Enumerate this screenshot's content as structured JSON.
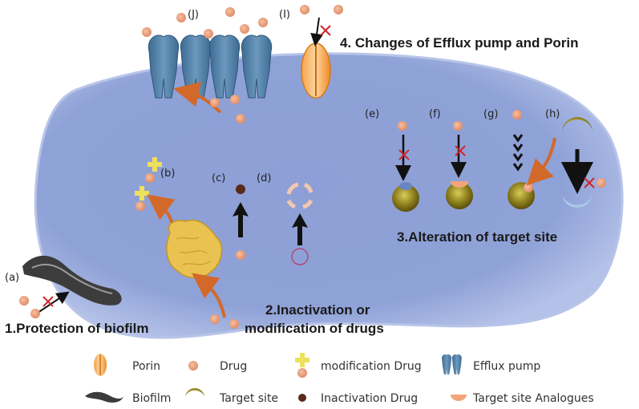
{
  "colors": {
    "cell": "#8fa3d8",
    "cell_edge": "#aebde6",
    "drug": "#e9a07c",
    "arrow_orange": "#d2692a",
    "block_cross": "#d0262a",
    "pump": "#4f7ca2",
    "porin": "#f28c2a",
    "target": "#8a7a18",
    "modifier": "#ede05a",
    "enzyme": "#e9c252"
  },
  "labels": {
    "a": "(a)",
    "b": "(b)",
    "c": "(c)",
    "d": "(d)",
    "e": "(e)",
    "f": "(f)",
    "g": "(g)",
    "h": "(h)",
    "i": "(I)",
    "j": "(J)"
  },
  "mechanisms": {
    "m1": "1.Protection of biofilm",
    "m2_line1": "2.Inactivation or",
    "m2_line2": "modification of drugs",
    "m3": "3.Alteration of target site",
    "m4": "4. Changes of Efflux pump and Porin"
  },
  "legend": [
    {
      "icon": "porin-icon",
      "label": "Porin"
    },
    {
      "icon": "drug-icon",
      "label": "Drug"
    },
    {
      "icon": "modification-drug-icon",
      "label": "modification Drug"
    },
    {
      "icon": "efflux-pump-icon",
      "label": "Efflux pump"
    },
    {
      "icon": "biofilm-icon",
      "label": "Biofilm"
    },
    {
      "icon": "target-site-icon",
      "label": "Target site"
    },
    {
      "icon": "inactivation-drug-icon",
      "label": "Inactivation Drug"
    },
    {
      "icon": "target-site-analogue-icon",
      "label": "Target site Analogues"
    }
  ]
}
